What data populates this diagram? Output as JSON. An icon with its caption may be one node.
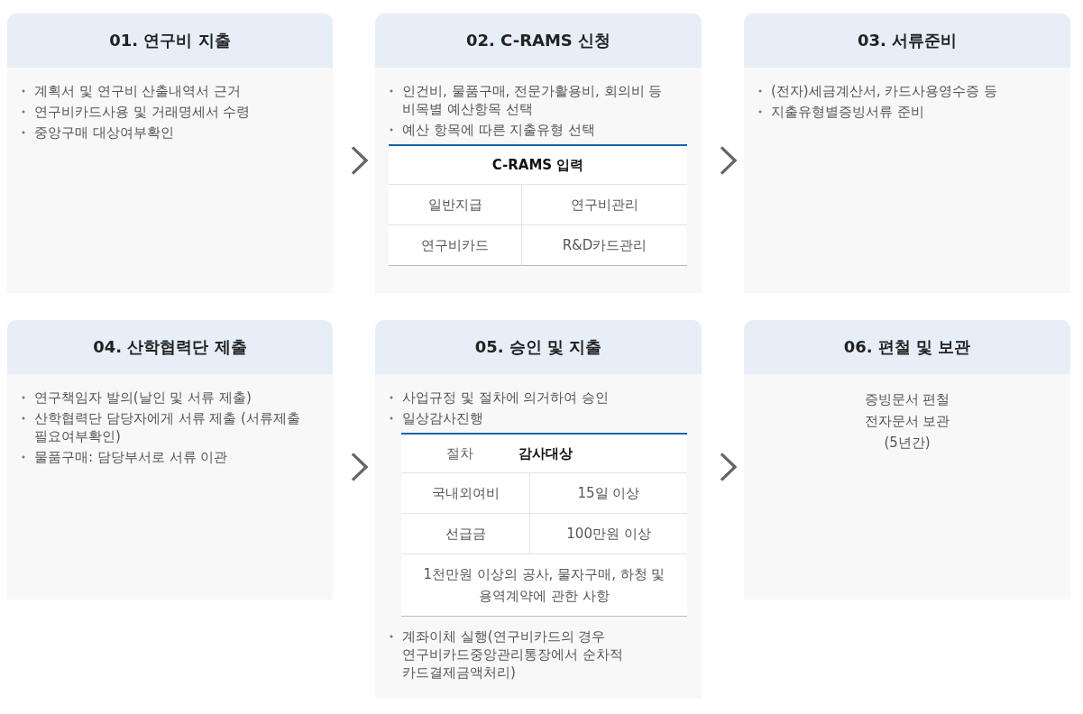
{
  "diagram": {
    "nodes": [
      {
        "text": [
          "01. 연구비 지출",
          "계획서 및 연구비 산출내역서 근거",
          "연구비카드사용 및 거래명세서 수령",
          "중앙구매 대상여부확인"
        ]
      },
      {
        "text": [
          "02. C-RAMS 신청",
          "인건비, 물품구매, 전문가활용비, 회의비 등 비목별 예산항목 선택",
          "예산 항목에 따른 지출유형 선택"
        ]
      },
      {
        "text": [
          "C-RAMS 입력",
          "일반지급",
          "연구비관리",
          "연구비카드",
          "R&D카드관리"
        ],
        "in": 1
      },
      {
        "text": [
          "03. 서류준비",
          "(전자)세금계산서, 카드사용영수증 등",
          "지출유형별증빙서류 준비"
        ]
      },
      {
        "text": [
          "04. 산학협력단 제출",
          "연구책임자 발의(날인 및 서류 제출)",
          "산학협력단 담당자에게 서류 제출 (서류제출 필요여부확인)",
          "물품구매: 담당부서로 서류 이관"
        ]
      },
      {
        "text": [
          "05. 승인 및 지출",
          "사업규정 및 절차에 의거하여 승인",
          "일상감사진행",
          "계좌이체 실행(연구비카드의 경우 연구비카드중앙관리통장에서 순차적 카드결제금액처리)"
        ]
      },
      {
        "text": [
          "절차",
          "감사대상",
          "국내외여비",
          "15일 이상",
          "선급금",
          "100만원 이상",
          "1천만원 이상의 공사, 물자구매, 하청 및 용역계약에 관한 사항"
        ],
        "in": 5
      },
      {
        "text": [
          "06. 편철 및 보관",
          "증빙문서 편철",
          "전자문서 보관",
          "(5년간)"
        ]
      }
    ],
    "edges": [
      {
        "from": 0,
        "to": 1,
        "arrow": "to"
      },
      {
        "from": 1,
        "to": 3,
        "arrow": "to"
      },
      {
        "from": 4,
        "to": 5,
        "arrow": "to"
      },
      {
        "from": 5,
        "to": 7,
        "arrow": "to"
      }
    ]
  }
}
